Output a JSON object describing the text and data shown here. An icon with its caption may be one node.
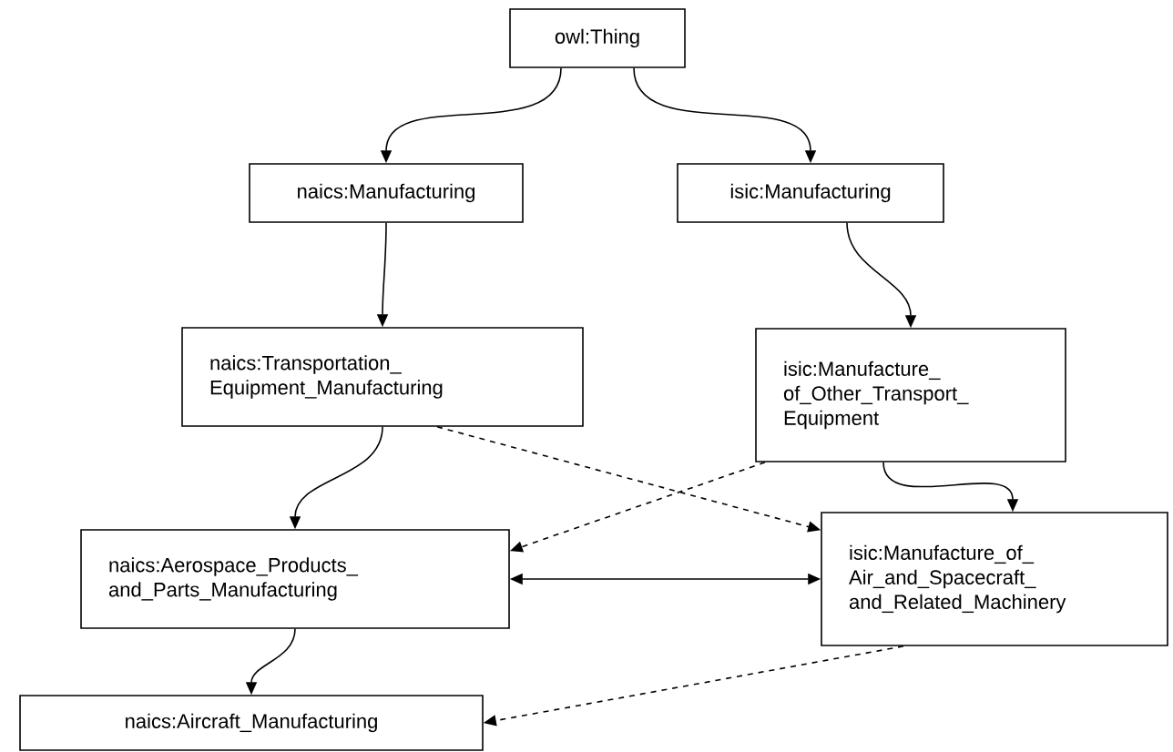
{
  "diagram": {
    "nodes": [
      {
        "text": [
          "owl:Thing"
        ]
      },
      {
        "text": [
          "naics:Manufacturing"
        ]
      },
      {
        "text": [
          "isic:Manufacturing"
        ]
      },
      {
        "text": [
          "naics:Transportation_ Equipment_Manufacturing"
        ]
      },
      {
        "text": [
          "isic:Manufacture_ of_Other_Transport_ Equipment"
        ]
      },
      {
        "text": [
          "naics:Aerospace_Products_ and_Parts_Manufacturing"
        ]
      },
      {
        "text": [
          "isic:Manufacture_of_ Air_and_Spacecraft_ and_Related_Machinery"
        ]
      },
      {
        "text": [
          "naics:Aircraft_Manufacturing"
        ]
      }
    ],
    "edges": [
      {
        "from": 0,
        "to": 1,
        "arrow": "to"
      },
      {
        "from": 0,
        "to": 2,
        "arrow": "to"
      },
      {
        "from": 1,
        "to": 3,
        "arrow": "to"
      },
      {
        "from": 2,
        "to": 4,
        "arrow": "to"
      },
      {
        "from": 3,
        "to": 5,
        "arrow": "to"
      },
      {
        "from": 4,
        "to": 6,
        "arrow": "to"
      },
      {
        "from": 3,
        "to": 6,
        "arrow": "to",
        "style": "dashed"
      },
      {
        "from": 4,
        "to": 5,
        "arrow": "to",
        "style": "dashed"
      },
      {
        "from": 5,
        "to": 6,
        "arrow": "both"
      },
      {
        "from": 5,
        "to": 7,
        "arrow": "to"
      },
      {
        "from": 6,
        "to": 7,
        "arrow": "to",
        "style": "dashed"
      }
    ]
  }
}
